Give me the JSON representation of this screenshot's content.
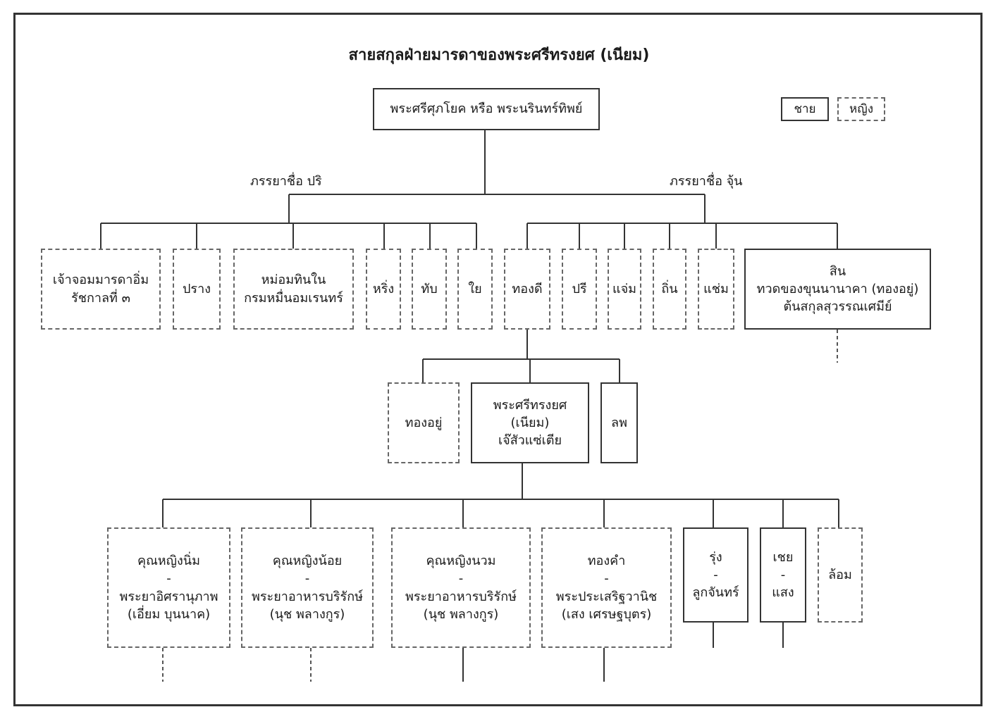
{
  "title": "สายสกุลฝ่ายมารดาของพระศรีทรงยศ (เนียม)",
  "legend": {
    "male": "ชาย",
    "female": "หญิง"
  },
  "root": {
    "line1": "พระศรีศุภโยค หรือ พระนรินทร์ทิพย์",
    "sex": "male"
  },
  "wife_left": "ภรรยาชื่อ ปริ",
  "wife_right": "ภรรยาชื่อ จุ้น",
  "generation2_left": [
    {
      "line1": "เจ้าจอมมารดาอิ่ม",
      "line2": "รัชกาลที่ ๓",
      "sex": "female"
    },
    {
      "line1": "ปราง",
      "sex": "female"
    },
    {
      "line1": "หม่อมทินใน",
      "line2": "กรมหมื่นอมเรนทร์",
      "sex": "female"
    },
    {
      "line1": "หริ่ง",
      "sex": "female"
    },
    {
      "line1": "ทับ",
      "sex": "female"
    },
    {
      "line1": "ใย",
      "sex": "female"
    }
  ],
  "generation2_right": [
    {
      "line1": "ทองดี",
      "sex": "female"
    },
    {
      "line1": "ปรี",
      "sex": "female"
    },
    {
      "line1": "แจ่ม",
      "sex": "female"
    },
    {
      "line1": "ถิ่น",
      "sex": "female"
    },
    {
      "line1": "แช่ม",
      "sex": "female"
    },
    {
      "line1": "สิน",
      "line2": "ทวดของขุนนานาคา (ทองอยู่)",
      "line3": "ต้นสกุลสุวรรณเศมีย์",
      "sex": "male"
    }
  ],
  "generation3": [
    {
      "line1": "ทองอยู่",
      "sex": "female"
    },
    {
      "line1": "พระศรีทรงยศ",
      "line2": "(เนียม)",
      "line3": "เจ๊สัวแซ่เตีย",
      "sex": "male"
    },
    {
      "line1": "ลพ",
      "sex": "male"
    }
  ],
  "generation4": [
    {
      "line1": "คุณหญิงนิ่ม",
      "line2": "-",
      "line3": "พระยาอิศรานุภาพ",
      "line4": "(เอี่ยม บุนนาค)",
      "sex": "female"
    },
    {
      "line1": "คุณหญิงน้อย",
      "line2": "-",
      "line3": "พระยาอาหารบริรักษ์",
      "line4": "(นุช พลางกูร)",
      "sex": "female"
    },
    {
      "line1": "คุณหญิงนวม",
      "line2": "-",
      "line3": "พระยาอาหารบริรักษ์",
      "line4": "(นุช พลางกูร)",
      "sex": "female"
    },
    {
      "line1": "ทองคำ",
      "line2": "-",
      "line3": "พระประเสริฐวานิช",
      "line4": "(เสง เศรษฐบุตร)",
      "sex": "female"
    },
    {
      "line1": "รุ่ง",
      "line2": "-",
      "line3": "ลูกจันทร์",
      "sex": "male"
    },
    {
      "line1": "เชย",
      "line2": "-",
      "line3": "แสง",
      "sex": "male"
    },
    {
      "line1": "ล้อม",
      "sex": "female"
    }
  ]
}
